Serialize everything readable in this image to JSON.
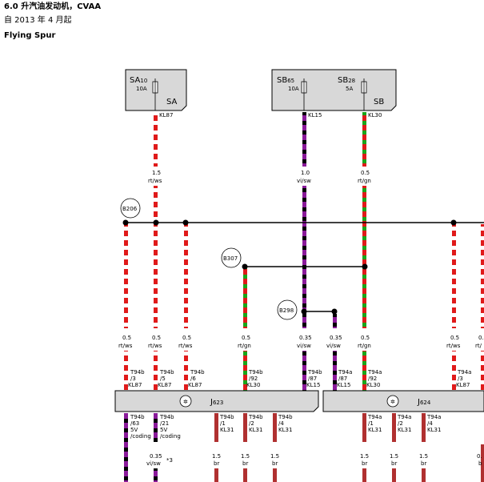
{
  "header": {
    "title": "6.0 升汽油发动机，CVAA",
    "subtitle": "自 2013 年 4 月起",
    "model": "Flying Spur"
  },
  "fuse_boxes": {
    "sa": {
      "label": "SA",
      "fuse": "SA",
      "fuse_num": "10",
      "amp": "10A",
      "terminal": "KL87"
    },
    "sb": {
      "label": "SB",
      "fuse1": "SB",
      "fuse1_num": "65",
      "amp1": "10A",
      "terminal1": "KL15",
      "fuse2": "SB",
      "fuse2_num": "28",
      "amp2": "5A",
      "terminal2": "KL30"
    }
  },
  "splices": [
    "B206",
    "B307",
    "B298"
  ],
  "ecus": [
    {
      "id": "J623",
      "label": "J",
      "num": "623"
    },
    {
      "id": "J624",
      "label": "J",
      "num": "624"
    }
  ],
  "upper_wires": [
    {
      "size": "1.5",
      "color": "rt/ws"
    },
    {
      "size": "1.0",
      "color": "vi/sw"
    },
    {
      "size": "0.5",
      "color": "rt/gn"
    }
  ],
  "mid_wires": [
    {
      "size": "0.5",
      "color": "rt/ws"
    },
    {
      "size": "0.5",
      "color": "rt/ws"
    },
    {
      "size": "0.5",
      "color": "rt/ws"
    },
    {
      "size": "0.5",
      "color": "rt/gn"
    },
    {
      "size": "0.35",
      "color": "vi/sw"
    },
    {
      "size": "0.35",
      "color": "vi/sw"
    },
    {
      "size": "0.5",
      "color": "rt/gn"
    },
    {
      "size": "0.5",
      "color": "rt/ws"
    },
    {
      "size": "0.",
      "color": "rt/"
    }
  ],
  "top_pins": [
    {
      "conn": "T94b",
      "pin": "/3",
      "term": "KL87"
    },
    {
      "conn": "T94b",
      "pin": "/5",
      "term": "KL87"
    },
    {
      "conn": "T94b",
      "pin": "/6",
      "term": "KL87"
    },
    {
      "conn": "T94b",
      "pin": "/92",
      "term": "KL30"
    },
    {
      "conn": "T94b",
      "pin": "/87",
      "term": "KL15"
    },
    {
      "conn": "T94a",
      "pin": "/87",
      "term": "KL15"
    },
    {
      "conn": "T94a",
      "pin": "/92",
      "term": "KL30"
    },
    {
      "conn": "T94a",
      "pin": "/3",
      "term": "KL87"
    }
  ],
  "bottom_pins": [
    {
      "conn": "T94b",
      "pin": "/63",
      "v": "5V",
      "fn": "/coding"
    },
    {
      "conn": "T94b",
      "pin": "/21",
      "v": "5V",
      "fn": "/coding"
    },
    {
      "conn": "T94b",
      "pin": "/1",
      "v": "",
      "fn": "KL31"
    },
    {
      "conn": "T94b",
      "pin": "/2",
      "v": "",
      "fn": "KL31"
    },
    {
      "conn": "T94b",
      "pin": "/4",
      "v": "",
      "fn": "KL31"
    },
    {
      "conn": "T94a",
      "pin": "/1",
      "v": "",
      "fn": "KL31"
    },
    {
      "conn": "T94a",
      "pin": "/2",
      "v": "",
      "fn": "KL31"
    },
    {
      "conn": "T94a",
      "pin": "/4",
      "v": "",
      "fn": "KL31"
    }
  ],
  "bottom_wires": [
    {
      "size": "0.35",
      "color": "vi/sw",
      "note": "*3"
    },
    {
      "size": "1.5",
      "color": "br"
    },
    {
      "size": "1.5",
      "color": "br"
    },
    {
      "size": "1.5",
      "color": "br"
    },
    {
      "size": "1.5",
      "color": "br"
    },
    {
      "size": "1.5",
      "color": "br"
    },
    {
      "size": "1.5",
      "color": "br"
    },
    {
      "size": "0.",
      "color": "b"
    }
  ],
  "colors": {
    "red": "#e01a1a",
    "white": "#ffffff",
    "green": "#1aa51a",
    "violet": "#8a1a9a",
    "black": "#000000",
    "brown": "#b03030",
    "box": "#d8d8d8"
  }
}
